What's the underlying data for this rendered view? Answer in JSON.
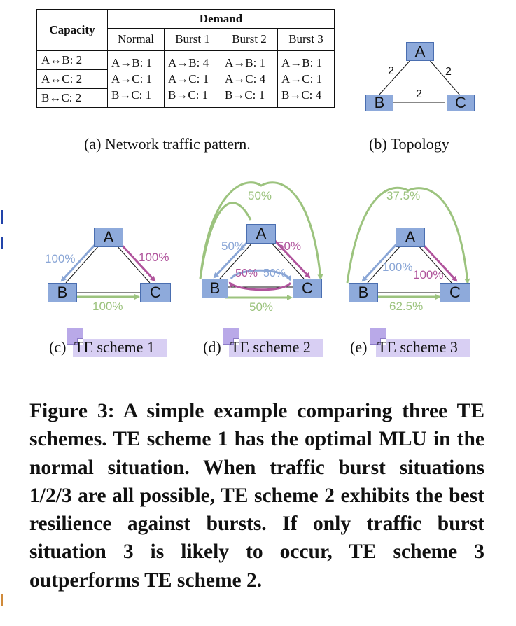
{
  "table": {
    "capacity_header": "Capacity",
    "demand_header": "Demand",
    "scenarios": [
      "Normal",
      "Burst 1",
      "Burst 2",
      "Burst 3"
    ],
    "capacities": [
      "A↔B: 2",
      "A↔C: 2",
      "B↔C: 2"
    ],
    "demands": [
      [
        "A→B: 1",
        "A→C: 1",
        "B→C: 1"
      ],
      [
        "A→B: 4",
        "A→C: 1",
        "B→C: 1"
      ],
      [
        "A→B: 1",
        "A→C: 4",
        "B→C: 1"
      ],
      [
        "A→B: 1",
        "A→C: 1",
        "B→C: 4"
      ]
    ]
  },
  "captions": {
    "a": "(a) Network traffic pattern.",
    "b": "(b) Topology",
    "c_prefix": "(c)",
    "c_label": "TE scheme 1",
    "d_prefix": "(d)",
    "d_label": "TE scheme 2",
    "e_prefix": "(e)",
    "e_label": "TE scheme 3"
  },
  "topology": {
    "nodes": [
      "A",
      "B",
      "C"
    ],
    "link_capacities": [
      "2",
      "2",
      "2"
    ]
  },
  "scheme1": {
    "ab": "100%",
    "ac": "100%",
    "bc": "100%"
  },
  "scheme2": {
    "arc": "50%",
    "ab": "50%",
    "ac": "50%",
    "loop_left": "50%",
    "loop_right": "50%",
    "bc": "50%"
  },
  "scheme3": {
    "arc": "37.5%",
    "ab": "100%",
    "ac": "100%",
    "bc": "62.5%"
  },
  "colors": {
    "node_fill": "#8eaadb",
    "blue_path": "#8aa6d6",
    "pink_path": "#b0549c",
    "green_path": "#9cc37e",
    "highlight": "#d8cff3"
  },
  "figure_caption": "Figure 3: A simple example comparing three TE schemes. TE scheme 1 has the optimal MLU in the normal situation. When traffic burst situations 1/2/3 are all possible, TE scheme 2 exhibits the best resilience against bursts. If only traffic burst situation 3 is likely to occur, TE scheme 3 outperforms TE scheme 2."
}
